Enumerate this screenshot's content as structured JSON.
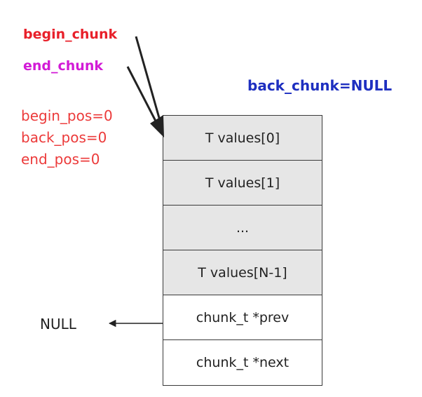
{
  "pointers": {
    "begin_chunk": "begin_chunk",
    "end_chunk": "end_chunk",
    "back_chunk": "back_chunk=NULL",
    "begin_pos": "begin_pos=0",
    "back_pos": "back_pos=0",
    "end_pos": "end_pos=0"
  },
  "chunk": {
    "cells": [
      {
        "text": "T values[0]"
      },
      {
        "text": "T values[1]"
      },
      {
        "text": "..."
      },
      {
        "text": "T values[N-1]"
      },
      {
        "text": "chunk_t *prev"
      },
      {
        "text": "chunk_t *next"
      }
    ]
  },
  "prev_target": "NULL",
  "colors": {
    "begin_chunk": "#e8202a",
    "end_chunk": "#d21ad6",
    "back_chunk": "#1e2fc0",
    "pos_text": "#ec3a3a",
    "value_cell_bg": "#e6e6e6",
    "pointer_cell_bg": "#ffffff"
  }
}
